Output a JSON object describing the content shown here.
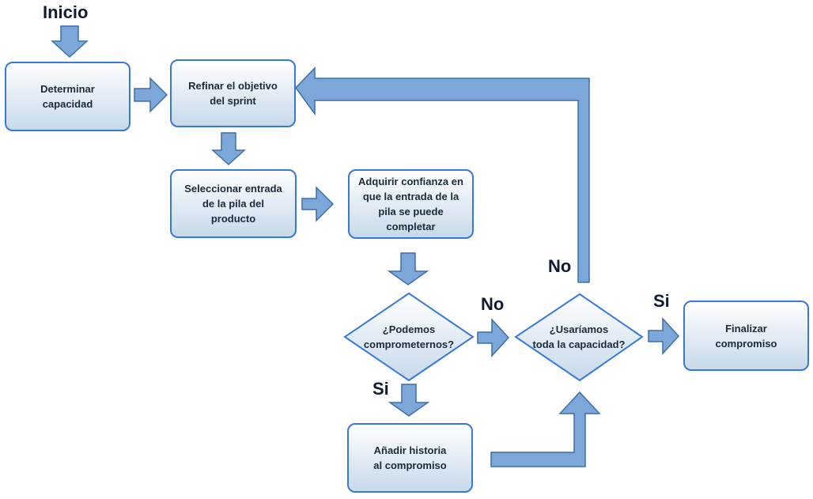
{
  "start_label": "Inicio",
  "nodes": {
    "determine_capacity": "Determinar\ncapacidad",
    "refine_goal": "Refinar el objetivo\ndel sprint",
    "select_backlog_item": "Seleccionar entrada\nde la pila del\nproducto",
    "gain_confidence": "Adquirir confianza en\nque la entrada de la\npila se puede\ncompletar",
    "can_we_commit": "¿Podemos\ncomprometernos?",
    "use_all_capacity": "¿Usaríamos\ntoda la capacidad?",
    "finalize_commitment": "Finalizar\ncompromiso",
    "add_story": "Añadir historia\nal compromiso"
  },
  "edge_labels": {
    "commit_no": "No",
    "commit_yes": "Si",
    "capacity_no": "No",
    "capacity_yes": "Si"
  },
  "colors": {
    "arrow_fill": "#7da7d8",
    "arrow_stroke": "#3f6ea8",
    "box_top": "#ffffff",
    "box_bottom": "#c6d9ea",
    "box_stroke": "#3a78d8"
  }
}
